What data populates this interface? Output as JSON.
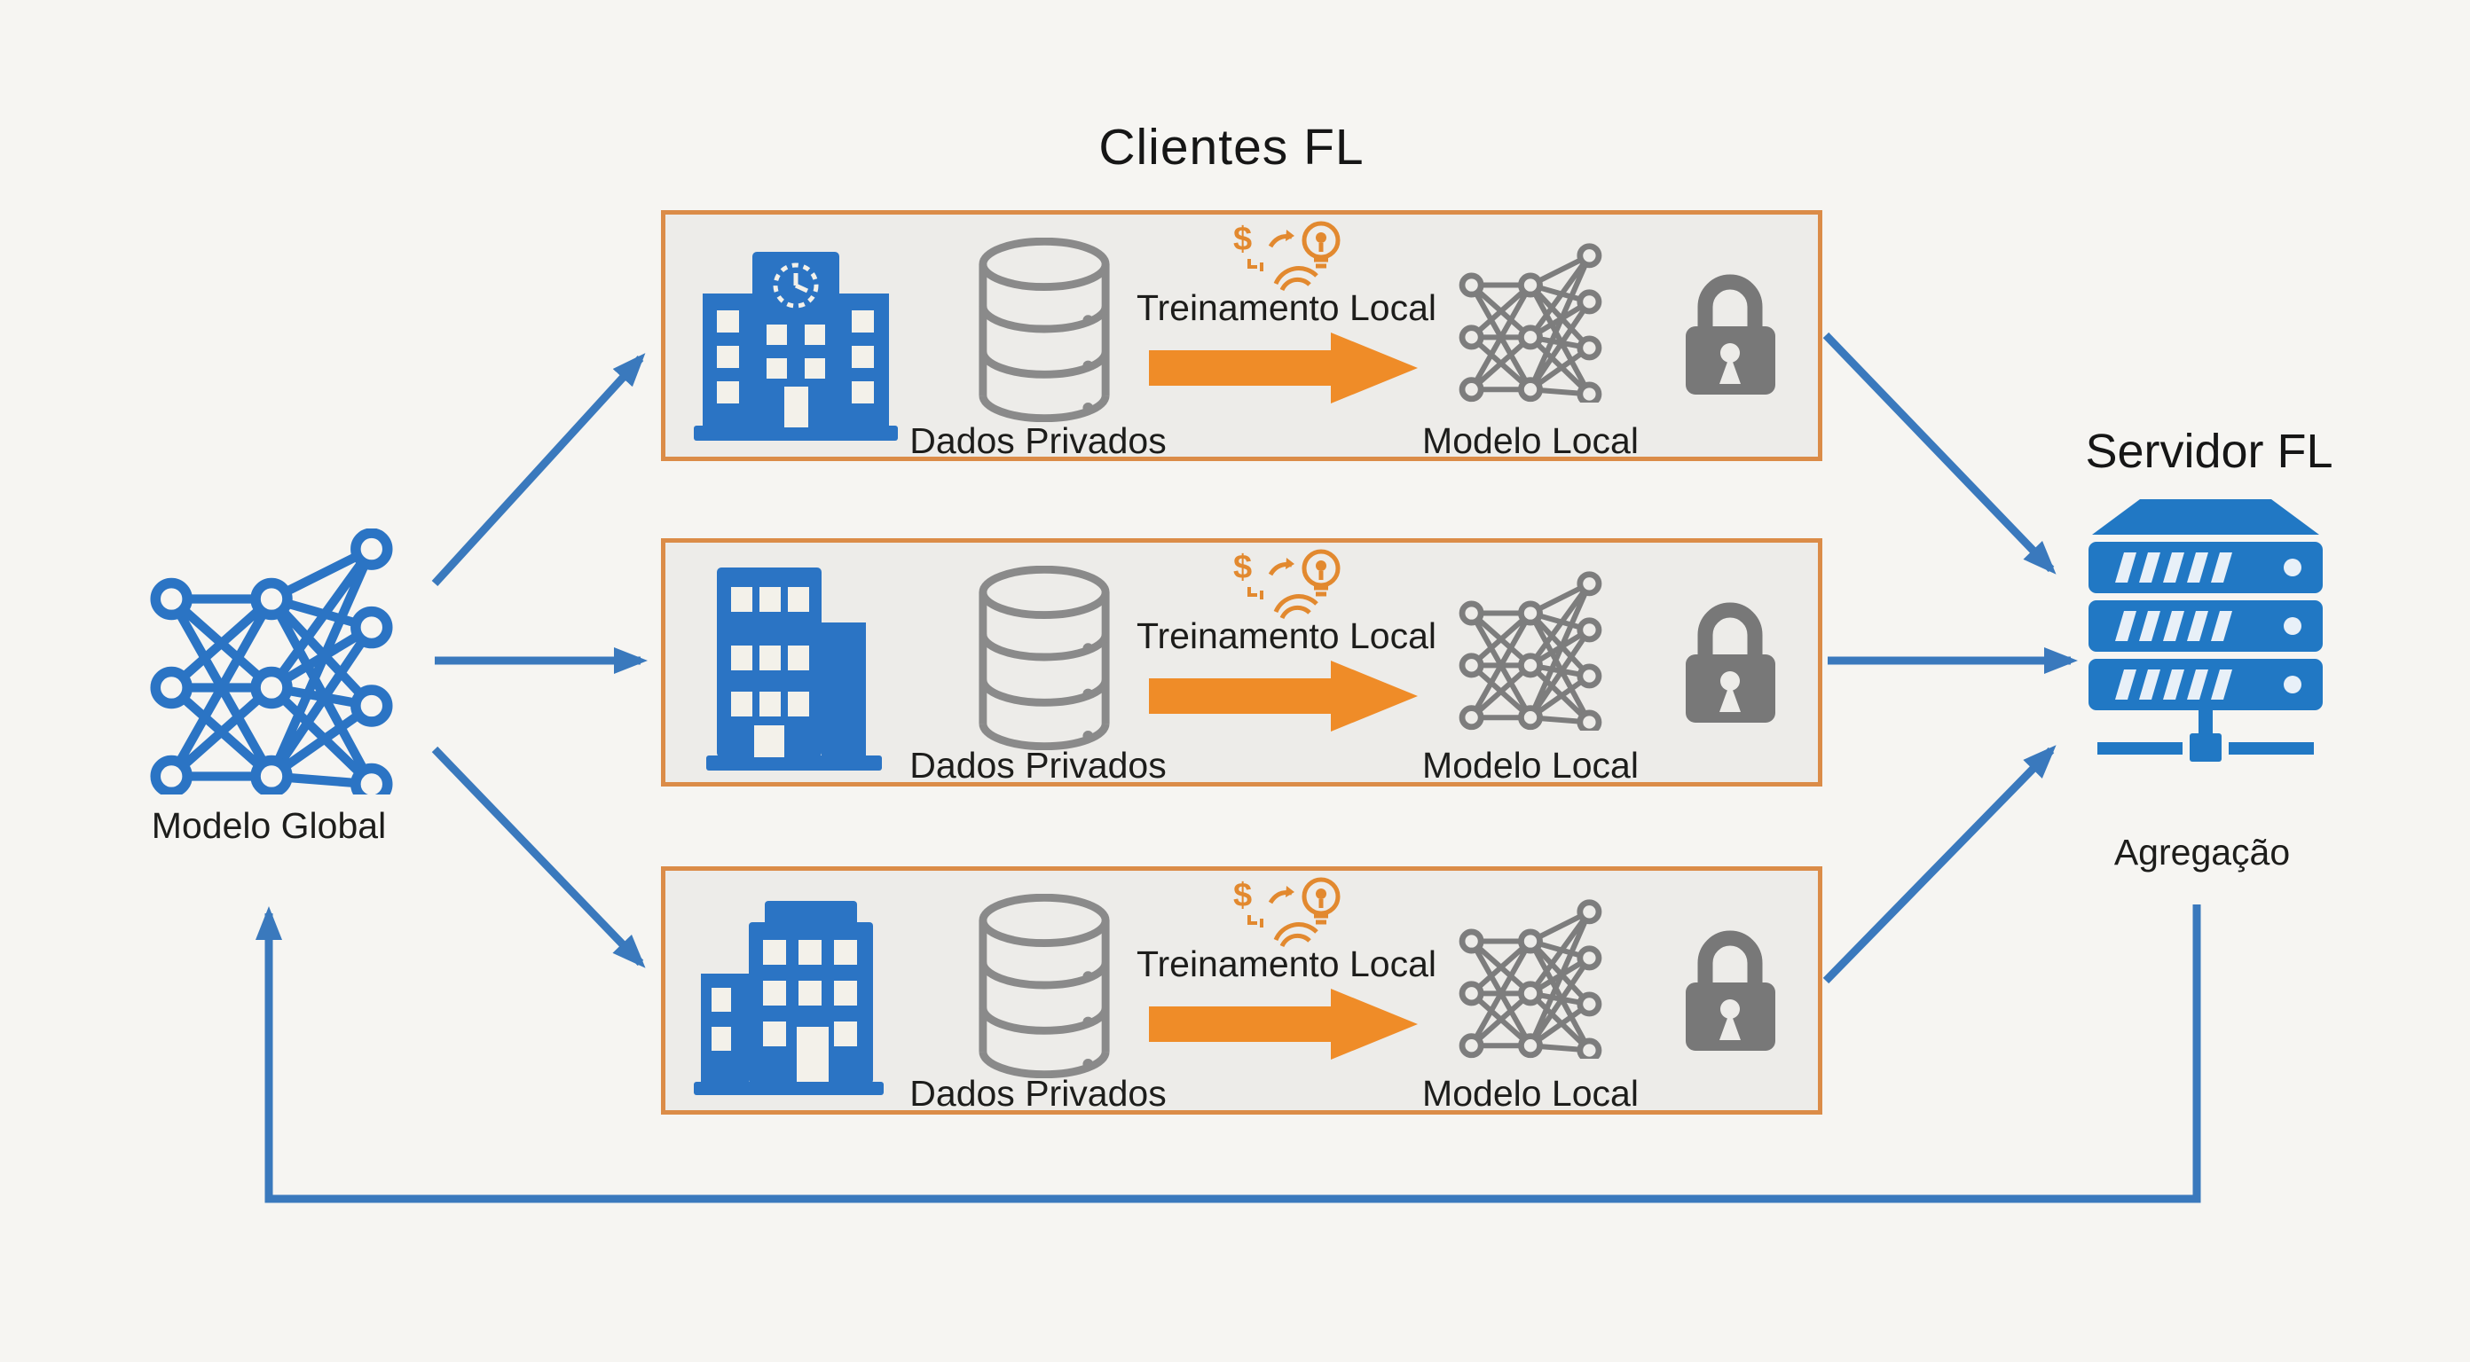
{
  "title": "Clientes FL",
  "global_model": {
    "label": "Modelo Global"
  },
  "clients": [
    {
      "data_label": "Dados Privados",
      "training_label": "Treinamento Local",
      "model_label": "Modelo Local"
    },
    {
      "data_label": "Dados Privados",
      "training_label": "Treinamento Local",
      "model_label": "Modelo Local"
    },
    {
      "data_label": "Dados Privados",
      "training_label": "Treinamento Local",
      "model_label": "Modelo Local"
    }
  ],
  "server": {
    "heading": "Servidor FL",
    "label": "Agregação"
  },
  "icons": {
    "global_model": "neural-network-icon",
    "client_building": "building-icon",
    "private_data": "database-icon",
    "training": "dollar-lightbulb-insight-icon",
    "local_model": "neural-network-icon",
    "privacy": "lock-icon",
    "server": "server-rack-icon"
  },
  "colors": {
    "background": "#f6f5f2",
    "box_fill": "#edece9",
    "box_border": "#db8c48",
    "blue_icon": "#2b74c4",
    "arrow_blue": "#3a79bd",
    "orange_arrow": "#ef8c28",
    "gray_icon": "#7d7d7d",
    "text": "#1d1d1b"
  }
}
